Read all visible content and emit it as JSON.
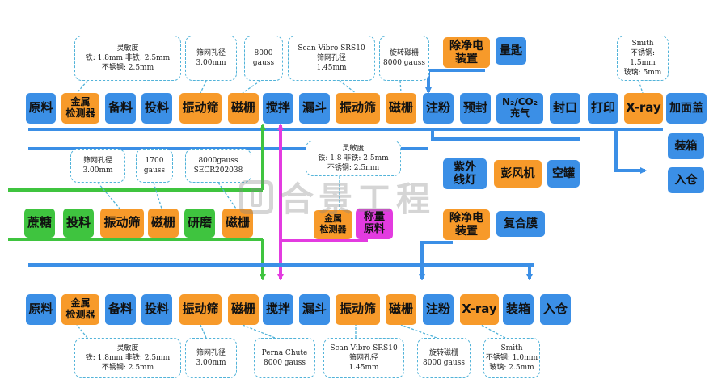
{
  "colors": {
    "blue": "#3b8fe6",
    "orange": "#f79a2a",
    "green": "#3fc43f",
    "magenta": "#e33be0",
    "line_blue": "#3b8fe6",
    "line_green": "#3fc43f",
    "line_magenta": "#e33be0",
    "dash": "#52b3d9"
  },
  "top_row": [
    "原料",
    "金属\n检测器",
    "备料",
    "投料",
    "振动筛",
    "磁栅",
    "搅拌",
    "漏斗",
    "振动筛",
    "磁栅",
    "注粉",
    "预封",
    "N₂/CO₂\n充气",
    "封口",
    "打印",
    "X-ray",
    "加面盖"
  ],
  "top_extra": [
    "除净电\n装置",
    "量匙",
    "装箱",
    "入仓"
  ],
  "top_annotations": [
    "灵敏度\n铁: 1.8mm  非铁: 2.5mm\n不锈钢: 2.5mm",
    "筛网孔径\n3.00mm",
    "8000\ngauss",
    "Scan Vibro SRS10\n筛网孔径\n1.45mm",
    "旋转磁栅\n8000 gauss",
    "Smith\n不锈钢: 1.5mm\n玻璃: 5mm"
  ],
  "middle_row": [
    "蔗糖",
    "投料",
    "振动筛",
    "磁栅",
    "研磨",
    "磁栅"
  ],
  "middle_annotations": [
    "筛网孔径\n3.00mm",
    "1700\ngauss",
    "8000gauss\nSECR202038",
    "灵敏度\n铁: 1.8  非铁: 2.5mm\n不锈钢: 2.5mm"
  ],
  "middle_extra": [
    "金属\n检测器",
    "称量\n原料",
    "紫外\n线灯",
    "彭风机",
    "空罐",
    "除净电\n装置",
    "复合膜"
  ],
  "bottom_row": [
    "原料",
    "金属\n检测器",
    "备料",
    "投料",
    "振动筛",
    "磁栅",
    "搅拌",
    "漏斗",
    "振动筛",
    "磁栅",
    "注粉",
    "X-ray",
    "装箱",
    "入仓"
  ],
  "bottom_annotations": [
    "灵敏度\n铁: 1.8mm  非铁: 2.5mm\n不锈钢: 2.5mm",
    "筛网孔径\n3.00mm",
    "Perna Chute\n8000 gauss",
    "Scan Vibro SRS10\n筛网孔径\n1.45mm",
    "旋转磁栅\n8000 gauss",
    "Smith\n不锈钢: 1.0mm\n玻璃: 2.5mm"
  ],
  "watermark": "合景工程"
}
